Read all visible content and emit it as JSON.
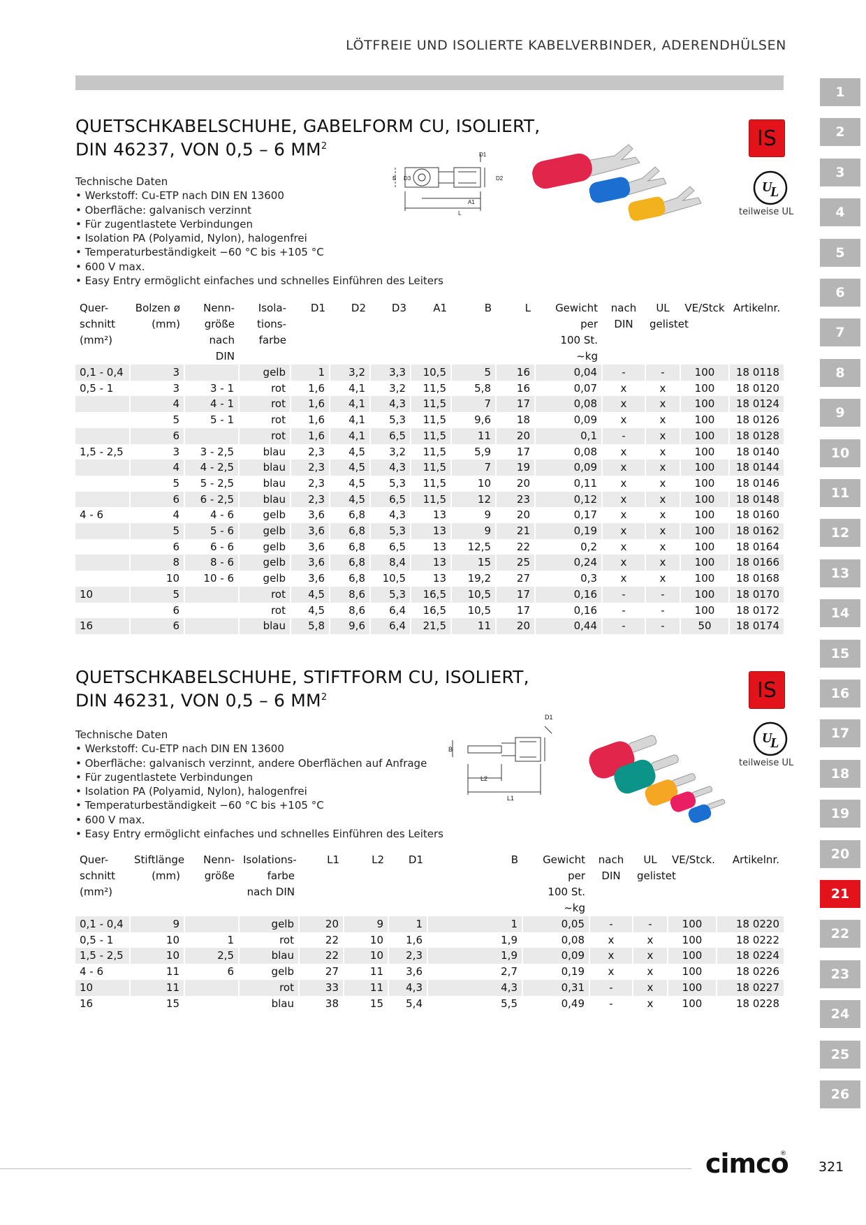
{
  "header": {
    "title": "LÖTFREIE UND ISOLIERTE KABELVERBINDER, ADERENDHÜLSEN"
  },
  "tabs": [
    "1",
    "2",
    "3",
    "4",
    "5",
    "6",
    "7",
    "8",
    "9",
    "10",
    "11",
    "12",
    "13",
    "14",
    "15",
    "16",
    "17",
    "18",
    "19",
    "20",
    "21",
    "22",
    "23",
    "24",
    "25",
    "26"
  ],
  "active_tab": "21",
  "colors": {
    "accent": "#e3131b",
    "tab_gray": "#b5b5b5",
    "row_shade": "#eaeaea",
    "header_bar": "#c6c6c6"
  },
  "section1": {
    "title_line1": "QUETSCHKABELSCHUHE, GABELFORM CU, ISOLIERT,",
    "title_line2": "DIN 46237, VON 0,5 – 6 MM",
    "title_sup": "2",
    "badge": "IS",
    "ul_caption": "teilweise UL",
    "tech": [
      "Technische Daten",
      "• Werkstoff: Cu-ETP nach DIN EN 13600",
      "• Oberfläche: galvanisch verzinnt",
      "• Für zugentlastete Verbindungen",
      "• Isolation PA (Polyamid, Nylon), halogenfrei",
      "• Temperaturbeständigkeit −60 °C bis +105 °C",
      "• 600 V max.",
      "• Easy Entry ermöglicht einfaches und schnelles Einführen des Leiters"
    ],
    "drawing_labels": {
      "d1": "D1",
      "d2": "D2",
      "d3": "D3",
      "b": "B",
      "a1": "A1",
      "l": "L"
    },
    "headers": [
      "Quer-\nschnitt\n(mm²)",
      "Bolzen ø\n(mm)",
      "Nenn-\ngröße\nnach DIN",
      "Isola-\ntions-\nfarbe",
      "D1",
      "D2",
      "D3",
      "A1",
      "B",
      "L",
      "Gewicht per\n100 St. ~kg",
      "nach\nDIN",
      "UL\ngelistet",
      "VE/Stck",
      "Artikelnr."
    ],
    "rows": [
      [
        "0,1 - 0,4",
        "3",
        "",
        "gelb",
        "1",
        "3,2",
        "3,3",
        "10,5",
        "5",
        "16",
        "0,04",
        "-",
        "-",
        "100",
        "18 0118"
      ],
      [
        "0,5 - 1",
        "3",
        "3 - 1",
        "rot",
        "1,6",
        "4,1",
        "3,2",
        "11,5",
        "5,8",
        "16",
        "0,07",
        "x",
        "x",
        "100",
        "18 0120"
      ],
      [
        "",
        "4",
        "4 - 1",
        "rot",
        "1,6",
        "4,1",
        "4,3",
        "11,5",
        "7",
        "17",
        "0,08",
        "x",
        "x",
        "100",
        "18 0124"
      ],
      [
        "",
        "5",
        "5 - 1",
        "rot",
        "1,6",
        "4,1",
        "5,3",
        "11,5",
        "9,6",
        "18",
        "0,09",
        "x",
        "x",
        "100",
        "18 0126"
      ],
      [
        "",
        "6",
        "",
        "rot",
        "1,6",
        "4,1",
        "6,5",
        "11,5",
        "11",
        "20",
        "0,1",
        "-",
        "x",
        "100",
        "18 0128"
      ],
      [
        "1,5 - 2,5",
        "3",
        "3 - 2,5",
        "blau",
        "2,3",
        "4,5",
        "3,2",
        "11,5",
        "5,9",
        "17",
        "0,08",
        "x",
        "x",
        "100",
        "18 0140"
      ],
      [
        "",
        "4",
        "4 - 2,5",
        "blau",
        "2,3",
        "4,5",
        "4,3",
        "11,5",
        "7",
        "19",
        "0,09",
        "x",
        "x",
        "100",
        "18 0144"
      ],
      [
        "",
        "5",
        "5 - 2,5",
        "blau",
        "2,3",
        "4,5",
        "5,3",
        "11,5",
        "10",
        "20",
        "0,11",
        "x",
        "x",
        "100",
        "18 0146"
      ],
      [
        "",
        "6",
        "6 - 2,5",
        "blau",
        "2,3",
        "4,5",
        "6,5",
        "11,5",
        "12",
        "23",
        "0,12",
        "x",
        "x",
        "100",
        "18 0148"
      ],
      [
        "4 - 6",
        "4",
        "4 - 6",
        "gelb",
        "3,6",
        "6,8",
        "4,3",
        "13",
        "9",
        "20",
        "0,17",
        "x",
        "x",
        "100",
        "18 0160"
      ],
      [
        "",
        "5",
        "5 - 6",
        "gelb",
        "3,6",
        "6,8",
        "5,3",
        "13",
        "9",
        "21",
        "0,19",
        "x",
        "x",
        "100",
        "18 0162"
      ],
      [
        "",
        "6",
        "6 - 6",
        "gelb",
        "3,6",
        "6,8",
        "6,5",
        "13",
        "12,5",
        "22",
        "0,2",
        "x",
        "x",
        "100",
        "18 0164"
      ],
      [
        "",
        "8",
        "8 - 6",
        "gelb",
        "3,6",
        "6,8",
        "8,4",
        "13",
        "15",
        "25",
        "0,24",
        "x",
        "x",
        "100",
        "18 0166"
      ],
      [
        "",
        "10",
        "10 - 6",
        "gelb",
        "3,6",
        "6,8",
        "10,5",
        "13",
        "19,2",
        "27",
        "0,3",
        "x",
        "x",
        "100",
        "18 0168"
      ],
      [
        "10",
        "5",
        "",
        "rot",
        "4,5",
        "8,6",
        "5,3",
        "16,5",
        "10,5",
        "17",
        "0,16",
        "-",
        "-",
        "100",
        "18 0170"
      ],
      [
        "",
        "6",
        "",
        "rot",
        "4,5",
        "8,6",
        "6,4",
        "16,5",
        "10,5",
        "17",
        "0,16",
        "-",
        "-",
        "100",
        "18 0172"
      ],
      [
        "16",
        "6",
        "",
        "blau",
        "5,8",
        "9,6",
        "6,4",
        "21,5",
        "11",
        "20",
        "0,44",
        "-",
        "-",
        "50",
        "18 0174"
      ]
    ]
  },
  "section2": {
    "title_line1": "QUETSCHKABELSCHUHE, STIFTFORM CU, ISOLIERT,",
    "title_line2": "DIN 46231, VON 0,5 – 6 MM",
    "title_sup": "2",
    "badge": "IS",
    "ul_caption": "teilweise UL",
    "tech": [
      "Technische Daten",
      "• Werkstoff: Cu-ETP nach DIN EN 13600",
      "• Oberfläche: galvanisch verzinnt, andere Oberflächen auf Anfrage",
      "• Für zugentlastete Verbindungen",
      "• Isolation PA (Polyamid, Nylon), halogenfrei",
      "• Temperaturbeständigkeit −60 °C bis +105 °C",
      "• 600 V max.",
      "• Easy Entry ermöglicht einfaches und schnelles Einführen des Leiters"
    ],
    "drawing_labels": {
      "d1": "D1",
      "b": "B",
      "l1": "L1",
      "l2": "L2"
    },
    "headers": [
      "Quer-\nschnitt\n(mm²)",
      "Stiftlänge\n(mm)",
      "Nenn-\ngröße",
      "Isolations-\nfarbe\nnach DIN",
      "L1",
      "L2",
      "D1",
      "B",
      "Gewicht per\n100 St. ~kg",
      "nach\nDIN",
      "UL\ngelistet",
      "VE/Stck.",
      "Artikelnr."
    ],
    "rows": [
      [
        "0,1 - 0,4",
        "9",
        "",
        "gelb",
        "20",
        "9",
        "1",
        "1",
        "0,05",
        "-",
        "-",
        "100",
        "18 0220"
      ],
      [
        "0,5 - 1",
        "10",
        "1",
        "rot",
        "22",
        "10",
        "1,6",
        "1,9",
        "0,08",
        "x",
        "x",
        "100",
        "18 0222"
      ],
      [
        "1,5 - 2,5",
        "10",
        "2,5",
        "blau",
        "22",
        "10",
        "2,3",
        "1,9",
        "0,09",
        "x",
        "x",
        "100",
        "18 0224"
      ],
      [
        "4 - 6",
        "11",
        "6",
        "gelb",
        "27",
        "11",
        "3,6",
        "2,7",
        "0,19",
        "x",
        "x",
        "100",
        "18 0226"
      ],
      [
        "10",
        "11",
        "",
        "rot",
        "33",
        "11",
        "4,3",
        "4,3",
        "0,31",
        "-",
        "x",
        "100",
        "18 0227"
      ],
      [
        "16",
        "15",
        "",
        "blau",
        "38",
        "15",
        "5,4",
        "5,5",
        "0,49",
        "-",
        "x",
        "100",
        "18 0228"
      ]
    ]
  },
  "footer": {
    "logo": "cimco",
    "logo_reg": "®",
    "page_number": "321"
  }
}
